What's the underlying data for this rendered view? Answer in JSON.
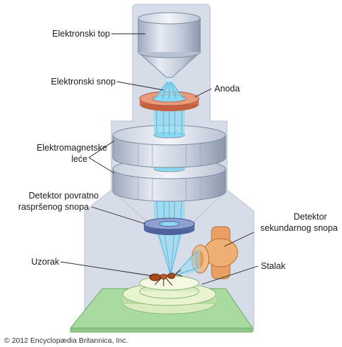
{
  "labels": {
    "electron_gun": "Elektronski top",
    "electron_beam": "Elektronski snop",
    "anode": "Anoda",
    "em_lenses_line1": "Elektromagnetske",
    "em_lenses_line2": "leće",
    "backscatter_line1": "Detektor povratno",
    "backscatter_line2": "raspršenog snopa",
    "secondary_line1": "Detektor",
    "secondary_line2": "sekundarnog snopa",
    "sample": "Uzorak",
    "stage": "Stalak"
  },
  "copyright": "© 2012 Encyclopædia Britannica, Inc.",
  "colors": {
    "column_fill": "#d6dce8",
    "column_stroke": "#9aa6bc",
    "lens_metal": "#c4ccda",
    "anode": "#d97a5a",
    "detector_ring": "#5a6fa8",
    "secondary_detector": "#e8a060",
    "beam": "#5cc8e8",
    "stage_base": "#a8dca0",
    "stage_top": "#e2efc4"
  },
  "icons": {
    "sample": "ant-icon"
  }
}
